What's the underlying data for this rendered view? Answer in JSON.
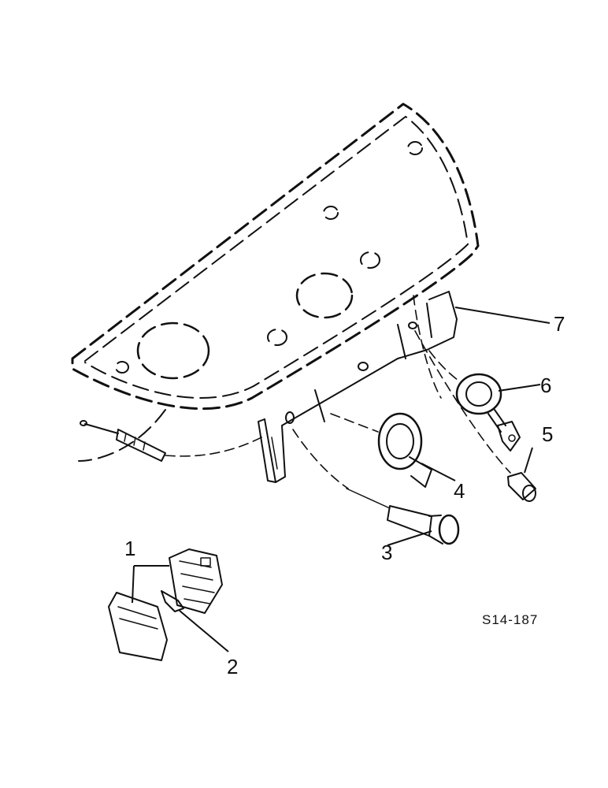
{
  "callouts": [
    "1",
    "2",
    "3",
    "4",
    "5",
    "6",
    "7"
  ],
  "reference_code": "S14-187"
}
